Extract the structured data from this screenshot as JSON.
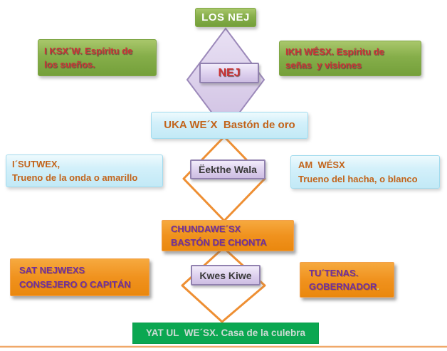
{
  "diagram_title": "LOS NEJ hierarchy diagram",
  "nodes": {
    "los_nej": {
      "label": "LOS NEJ"
    },
    "nej": {
      "label": "NEJ"
    },
    "spirit_left": {
      "line1": "I KSX´W. Espíritu de",
      "line2": "los sueños."
    },
    "spirit_right": {
      "line1": "IKH WÉSX. Espíritu de",
      "line2": "señas  y visiones"
    },
    "uka": {
      "label": "UKA WE´X  Bastón de oro"
    },
    "eekthe": {
      "label": "Ëekthe Wala"
    },
    "thunder_left": {
      "line1": "I´SUTWEX,",
      "line2": "Trueno de la onda o amarillo"
    },
    "thunder_right": {
      "line1": "AM  WÉSX",
      "line2": "Trueno del hacha, o blanco"
    },
    "chunda": {
      "line1": "CHUNDAWE´SX",
      "line2": "BASTÓN DE CHONTA"
    },
    "kwes": {
      "label": "Kwes Kiwe"
    },
    "captain": {
      "line1": "SAT NEJWEXS",
      "line2": "CONSEJERO O CAPITÁN"
    },
    "governor": {
      "line1": "TU´TENAS.",
      "line2": "GOBERNADOR",
      "line2_suffix": "."
    },
    "snake_house": {
      "label": "YAT UL  WE´SX. Casa de la culebra"
    }
  },
  "colors": {
    "green_box": "#86ae4a",
    "red_text": "#cb3737",
    "purple_diamond_fill": "#d9cdea",
    "purple_diamond_stroke": "#9c89ba",
    "lavender_box": "#ddd0ee",
    "lavender_border": "#9181af",
    "blue_box": "#c9ecf8",
    "blue_border": "#a2dbee",
    "orange_text_on_blue": "#c2641b",
    "orange_box": "#f0921e",
    "purple_text": "#6f2f9e",
    "emerald_box": "#0ba751",
    "emerald_text": "#ccdcd4",
    "orange_connector": "#ee8f33",
    "bottom_line": "#f0a869"
  }
}
